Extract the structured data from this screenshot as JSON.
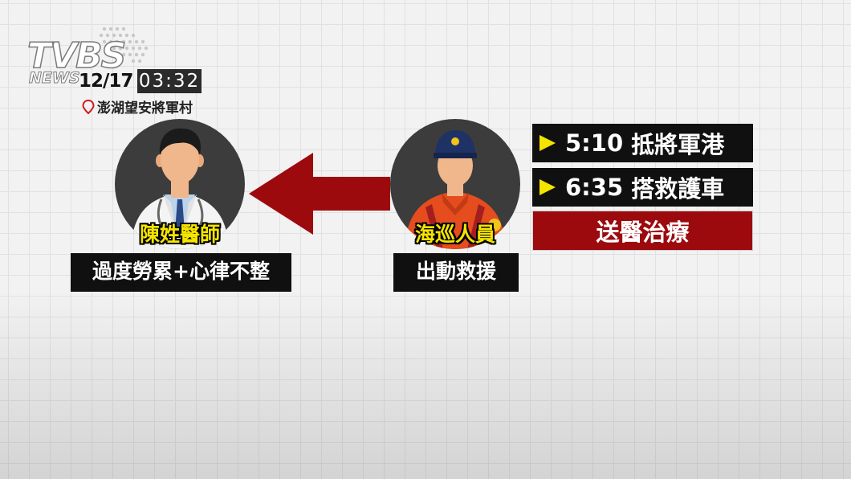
{
  "logo": {
    "text": "TVBS",
    "subtext": "NEWS"
  },
  "header": {
    "date": "12/17",
    "time": "03:32",
    "location": "澎湖望安將軍村"
  },
  "doctor": {
    "name": "陳姓醫師",
    "caption": "過度勞累+心律不整"
  },
  "guard": {
    "name": "海巡人員",
    "caption": "出動救援"
  },
  "timeline": [
    {
      "time": "5:10",
      "text": "抵將軍港"
    },
    {
      "time": "6:35",
      "text": "搭救護車"
    }
  ],
  "result": "送醫治療",
  "colors": {
    "accent_red": "#9c0a0e",
    "label_yellow": "#f5e400",
    "caption_black": "#101010"
  }
}
